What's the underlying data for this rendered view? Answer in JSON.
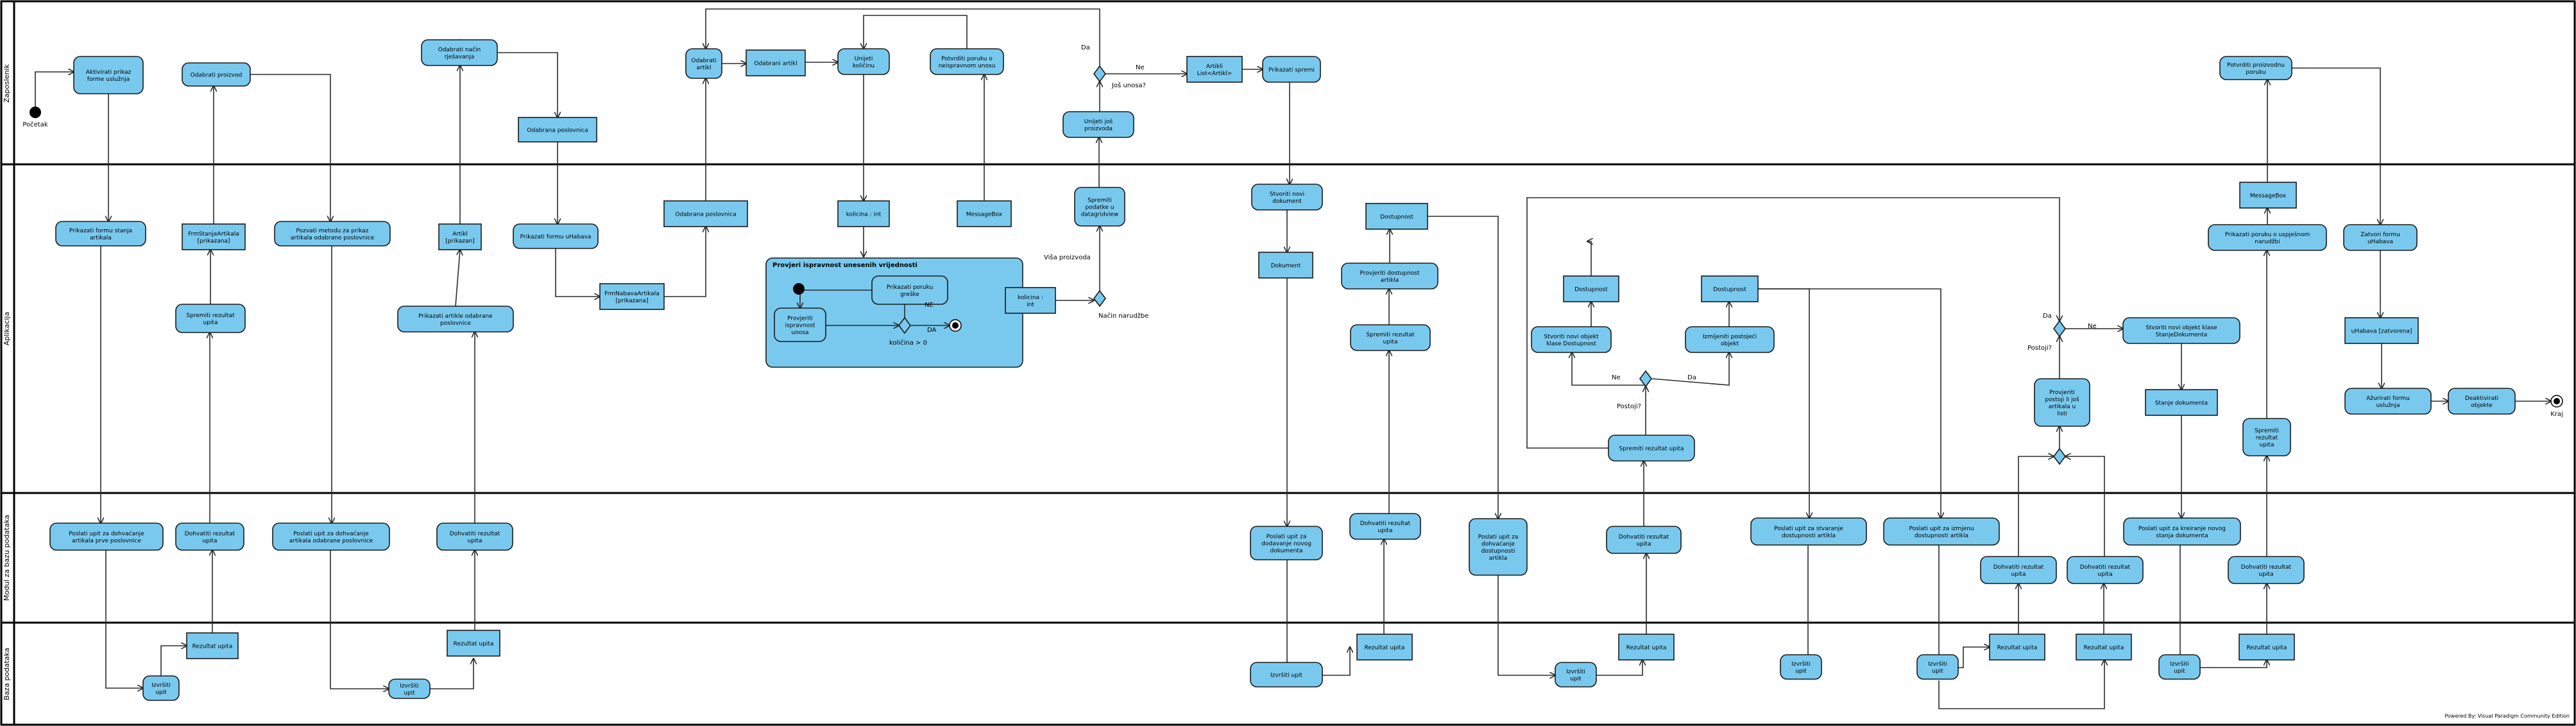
{
  "lanes": [
    "Zaposlenik",
    "Aplikacija",
    "Modul za bazu podataka",
    "Baza podataka"
  ],
  "actions": [
    {
      "id": "a1",
      "text": "Aktivirati prikaz forme uslužnja"
    },
    {
      "id": "a2",
      "text": "Odabrati proizvod"
    },
    {
      "id": "a3",
      "text": "Odabrati način rješavanja"
    },
    {
      "id": "a4",
      "text": "Odabrati artikl"
    },
    {
      "id": "a5",
      "text": "Unijeti količinu"
    },
    {
      "id": "a6",
      "text": "Potvrditi poruku o neispravnom unosu"
    },
    {
      "id": "a7",
      "text": "Unijeti još proizvoda"
    },
    {
      "id": "a8",
      "text": "Prikazati spremi"
    },
    {
      "id": "a9",
      "text": "Potvrditi proizvodnu poruku"
    },
    {
      "id": "a10",
      "text": "Prikazati formu stanja artikala"
    },
    {
      "id": "a11",
      "text": "Pozvati metodu za prikaz artikala odabrane poslovnice"
    },
    {
      "id": "a12",
      "text": "Prikazati formu uHabava"
    },
    {
      "id": "a13",
      "text": "Spremiti rezultat upita"
    },
    {
      "id": "a14",
      "text": "Prikazati artikle odabrane poslovnice"
    },
    {
      "id": "a15",
      "text": "Prikazati poruku greške"
    },
    {
      "id": "a16",
      "text": "Provjeriti ispravnost unosa"
    },
    {
      "id": "a17",
      "text": "Spremiti podatke u datagridview"
    },
    {
      "id": "a18",
      "text": "Stvoriti novi dokument"
    },
    {
      "id": "a19",
      "text": "Provjeriti dostupnost artikla"
    },
    {
      "id": "a20",
      "text": "Spremiti rezultat upita"
    },
    {
      "id": "a21",
      "text": "Stvoriti novi objekt klase Dostupnost"
    },
    {
      "id": "a22",
      "text": "Izmijeniti postojeći objekt"
    },
    {
      "id": "a23",
      "text": "Spremiti rezultat upita"
    },
    {
      "id": "a24",
      "text": "Provjeriti postoji li još artikala u listi"
    },
    {
      "id": "a25",
      "text": "Stvoriti novi objekt klase StanjeDokumenta"
    },
    {
      "id": "a26",
      "text": "Prikazati poruku o uspješnom narudžbi"
    },
    {
      "id": "a27",
      "text": "Zatvori formu uHabava"
    },
    {
      "id": "a28",
      "text": "Ažurirati formu uslužnja"
    },
    {
      "id": "a29",
      "text": "Deaktivirati objekte"
    },
    {
      "id": "a30",
      "text": "Spremiti rezultat upita"
    },
    {
      "id": "a31",
      "text": "Poslati upit za dohvaćanje artikala prve poslovnice"
    },
    {
      "id": "a32",
      "text": "Dohvatiti rezultat upita"
    },
    {
      "id": "a33",
      "text": "Poslati upit za dohvaćanje artikala odabrane poslovnice"
    },
    {
      "id": "a34",
      "text": "Dohvatiti rezultat upita"
    },
    {
      "id": "a35",
      "text": "Poslati upit za dodavanje novog dokumenta"
    },
    {
      "id": "a36",
      "text": "Dohvatiti rezultat upita"
    },
    {
      "id": "a37",
      "text": "Poslati upit za dohvaćanje dostupnosti artikla"
    },
    {
      "id": "a38",
      "text": "Dohvatiti rezultat upita"
    },
    {
      "id": "a39",
      "text": "Poslati upit za stvaranje dostupnosti artikla"
    },
    {
      "id": "a40",
      "text": "Poslati upit za izmjenu dostupnosti artikla"
    },
    {
      "id": "a41",
      "text": "Dohvatiti rezultat upita"
    },
    {
      "id": "a42",
      "text": "Dohvatiti rezultat upita"
    },
    {
      "id": "a43",
      "text": "Poslati upit za kreiranje novog stanja dokumenta"
    },
    {
      "id": "a44",
      "text": "Dohvatiti rezultat upita"
    },
    {
      "id": "a45",
      "text": "Izvršiti upit"
    },
    {
      "id": "a46",
      "text": "Izvršiti upit"
    },
    {
      "id": "a47",
      "text": "Izvršiti upit"
    },
    {
      "id": "a48",
      "text": "Izvršiti upit"
    },
    {
      "id": "a49",
      "text": "Izvršiti upit"
    },
    {
      "id": "a50",
      "text": "Izvršiti upit"
    },
    {
      "id": "a51",
      "text": "Izvršiti upit"
    }
  ],
  "objects": [
    {
      "id": "o1",
      "text": "Odabrani artikl"
    },
    {
      "id": "o2",
      "text": "Artikli List<Artikl>"
    },
    {
      "id": "o3",
      "text": "Odabrana poslovnica"
    },
    {
      "id": "o4",
      "text": "FrmStanjeArtikala [prikazana]"
    },
    {
      "id": "o5",
      "text": "Artikl [prikazan]"
    },
    {
      "id": "o6",
      "text": "FrmNabavaArtikala [prikazana]"
    },
    {
      "id": "o7",
      "text": "Odabrana poslovnica"
    },
    {
      "id": "o8",
      "text": "kolicina : int"
    },
    {
      "id": "o9",
      "text": "MessageBox"
    },
    {
      "id": "o10",
      "text": "kolicina : int"
    },
    {
      "id": "o11",
      "text": "Dokument"
    },
    {
      "id": "o12",
      "text": "Dostupnost"
    },
    {
      "id": "o13",
      "text": "Dostupnost"
    },
    {
      "id": "o14",
      "text": "Dostupnost"
    },
    {
      "id": "o15",
      "text": "Stanje dokumenta"
    },
    {
      "id": "o16",
      "text": "MessageBox"
    },
    {
      "id": "o17",
      "text": "uHabava [zatvorena]"
    },
    {
      "id": "o18",
      "text": "Rezultat upita"
    },
    {
      "id": "o19",
      "text": "Rezultat upita"
    },
    {
      "id": "o20",
      "text": "Rezultat upita"
    },
    {
      "id": "o21",
      "text": "Rezultat upita"
    },
    {
      "id": "o22",
      "text": "Rezultat upita"
    },
    {
      "id": "o23",
      "text": "Rezultat upita"
    },
    {
      "id": "o24",
      "text": "Rezultat upita"
    }
  ],
  "region": {
    "title": "Provjeri ispravnost unesenih vrijednosti"
  },
  "labels": {
    "start": "Početak",
    "end": "Kraj",
    "da": "Da",
    "ne": "Ne",
    "da_lower": "DA",
    "ne_upper": "NE",
    "jos_unosa": "Još unosa?",
    "visa_proizvoda": "Viša proizvoda",
    "nacin_narudzbe": "Način narudžbe",
    "kolicina_cond": "količina > 0",
    "postoji": "Postoji?",
    "postoji2": "Postoji?",
    "footer": "Powered By: Visual Paradigm Community Edition"
  },
  "colors": {
    "node": "#79c9ef",
    "stroke": "#1a1a1a",
    "lane": "#000000"
  }
}
